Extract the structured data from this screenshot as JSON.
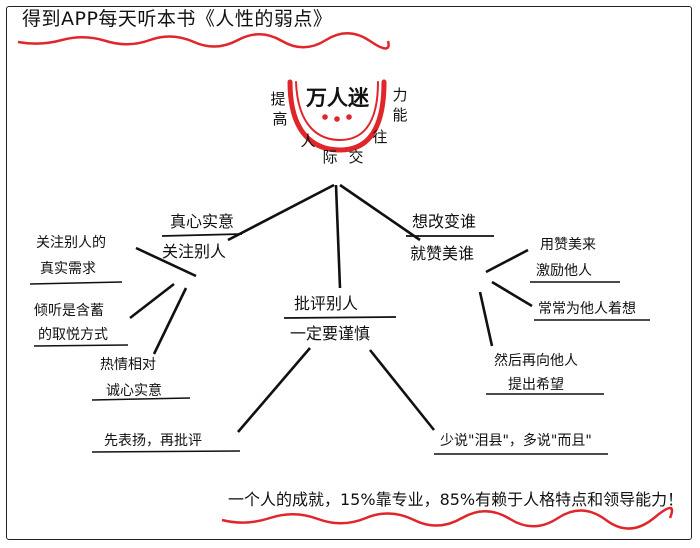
{
  "title": "得到APP每天听本书《人性的弱点》",
  "center": {
    "main": "万人迷",
    "left_chars": [
      "提",
      "高"
    ],
    "right_chars": [
      "力",
      "能"
    ],
    "arc_chars": [
      "人",
      "际",
      "交",
      "往"
    ]
  },
  "branches": {
    "left": {
      "line1": "真心实意",
      "line2": "关注别人",
      "leaves": [
        {
          "line1": "关注别人的",
          "line2": "真实需求"
        },
        {
          "line1": "倾听是含蓄",
          "line2": "的取悦方式"
        },
        {
          "line1": "热情相对",
          "line2": "诚心实意"
        }
      ]
    },
    "middle": {
      "line1": "批评别人",
      "line2": "一定要谨慎",
      "leaves": [
        {
          "line1": "先表扬，再批评"
        },
        {
          "line1": "少说\"泪县\"，多说\"而且\""
        }
      ]
    },
    "right": {
      "line1": "想改变谁",
      "line2": "就赞美谁",
      "leaves": [
        {
          "line1": "用赞美来",
          "line2": "激励他人"
        },
        {
          "line1": "常常为他人着想"
        },
        {
          "line1": "然后再向他人",
          "line2": "提出希望"
        }
      ]
    }
  },
  "quote": "一个人的成就，15%靠专业，85%有赖于人格特点和领导能力！",
  "colors": {
    "ink": "#111111",
    "accent": "#e0262b"
  }
}
